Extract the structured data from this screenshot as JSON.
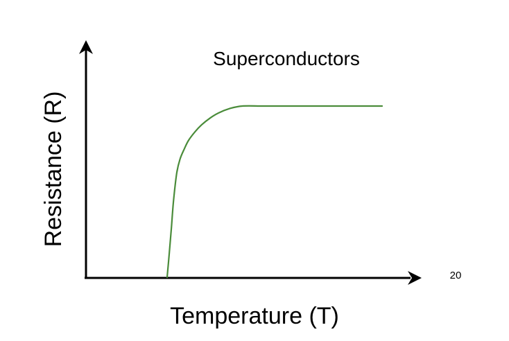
{
  "chart_data": {
    "type": "line",
    "title": "Superconductors",
    "xlabel": "Temperature (T)",
    "ylabel": "Resistance (R)",
    "page_number": "20",
    "grid": false,
    "legend": "none",
    "series": [
      {
        "color": "#4a8c3a",
        "x": [
          0.0,
          0.01,
          0.02,
          0.03,
          0.045,
          0.06,
          0.08,
          0.1,
          0.13,
          0.16,
          0.2,
          0.24,
          0.29,
          0.35,
          0.45,
          0.6,
          0.8,
          1.0
        ],
        "y": [
          0.0,
          0.14,
          0.29,
          0.45,
          0.61,
          0.69,
          0.75,
          0.8,
          0.85,
          0.89,
          0.93,
          0.96,
          0.985,
          1.0,
          1.0,
          1.0,
          1.0,
          1.0
        ]
      }
    ],
    "axes_color": "#000000"
  }
}
